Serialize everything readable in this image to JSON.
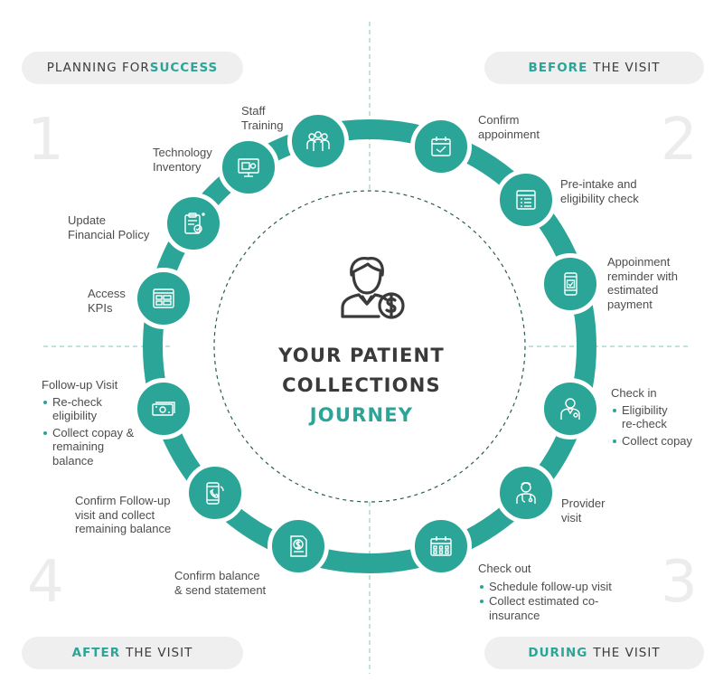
{
  "phases": [
    {
      "accent": "PLANNING FOR ",
      "rest": "SUCCESS",
      "number": "1"
    },
    {
      "accent": "BEFORE",
      "rest": "THE VISIT",
      "number": "2"
    },
    {
      "accent": "DURING",
      "rest": "THE VISIT",
      "number": "3"
    },
    {
      "accent": "AFTER",
      "rest": "THE VISIT",
      "number": "4"
    }
  ],
  "title": {
    "line1": "YOUR PATIENT",
    "line2": "COLLECTIONS",
    "line3": "JOURNEY"
  },
  "colors": {
    "accent": "#2aa597",
    "pill_bg": "#efefef",
    "text": "#4a4a4a"
  },
  "steps": [
    {
      "icon": "staff-training-icon",
      "lines": [
        "Staff",
        "Training"
      ],
      "bullets": []
    },
    {
      "icon": "calendar-check-icon",
      "lines": [
        "Confirm",
        "appoinment"
      ],
      "bullets": []
    },
    {
      "icon": "form-list-icon",
      "lines": [
        "Pre-intake and",
        "eligibility check"
      ],
      "bullets": []
    },
    {
      "icon": "mobile-reminder-icon",
      "lines": [
        "Appoinment",
        "reminder with",
        "estimated",
        "payment"
      ],
      "bullets": []
    },
    {
      "icon": "patient-checkin-icon",
      "lines": [
        "Check in"
      ],
      "bullets": [
        "Eligibility re-check",
        "Collect copay"
      ]
    },
    {
      "icon": "doctor-icon",
      "lines": [
        "Provider",
        "visit"
      ],
      "bullets": []
    },
    {
      "icon": "calendar-grid-icon",
      "lines": [
        "Check out"
      ],
      "bullets": [
        "Schedule follow-up visit",
        "Collect estimated co-insurance"
      ]
    },
    {
      "icon": "dollar-document-icon",
      "lines": [
        "Confirm balance",
        "& send statement"
      ],
      "bullets": []
    },
    {
      "icon": "phone-call-icon",
      "lines": [
        "Confirm Follow-up",
        "visit and collect",
        "remaining balance"
      ],
      "bullets": []
    },
    {
      "icon": "cash-icon",
      "lines": [
        "Follow-up Visit"
      ],
      "bullets": [
        "Re-check eligibility",
        "Collect copay & remaining balance"
      ]
    },
    {
      "icon": "dashboard-icon",
      "lines": [
        "Access",
        "KPIs"
      ],
      "bullets": []
    },
    {
      "icon": "policy-clipboard-icon",
      "lines": [
        "Update",
        "Financial Policy"
      ],
      "bullets": []
    },
    {
      "icon": "monitor-icon",
      "lines": [
        "Technology",
        "Inventory"
      ],
      "bullets": []
    }
  ]
}
